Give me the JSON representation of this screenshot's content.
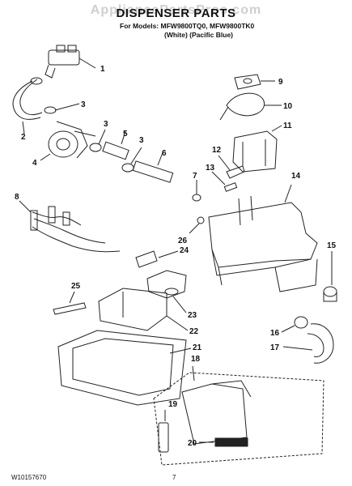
{
  "watermark": "AppliancePartsPros.com",
  "header": {
    "title": "DISPENSER PARTS",
    "models": "For Models: MFW9800TQ0, MFW9800TK0",
    "colors": "(White)      (Pacific Blue)"
  },
  "footer": {
    "doc_number": "W10157670",
    "page": "7"
  },
  "callouts": [
    "1",
    "2",
    "3",
    "3",
    "3",
    "3",
    "4",
    "5",
    "6",
    "7",
    "8",
    "9",
    "10",
    "11",
    "12",
    "13",
    "14",
    "15",
    "16",
    "17",
    "18",
    "19",
    "20",
    "21",
    "22",
    "23",
    "24",
    "25",
    "26"
  ]
}
